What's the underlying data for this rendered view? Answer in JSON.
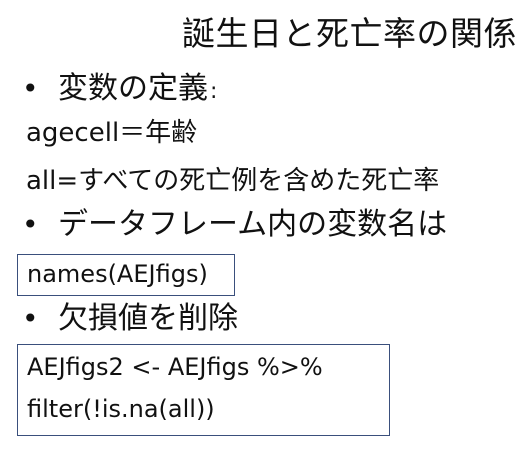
{
  "title": "誕生日と死亡率の関係",
  "bullets": {
    "variable_definition": "変数の定義",
    "colon": ":",
    "dataframe_vars": "データフレーム内の変数名は",
    "remove_na": "欠損値を削除",
    "bullet_glyph": "•"
  },
  "definitions": {
    "agecell": "agecell＝年齢",
    "all": "all=すべての死亡例を含めた死亡率"
  },
  "code": {
    "names_call": "names(AEJfigs)",
    "filter_line1": "AEJfigs2 <- AEJfigs %>%",
    "filter_line2": " filter(!is.na(all))"
  },
  "colors": {
    "box_border": "#3a4f7c",
    "text": "#111111",
    "background": "#ffffff"
  }
}
